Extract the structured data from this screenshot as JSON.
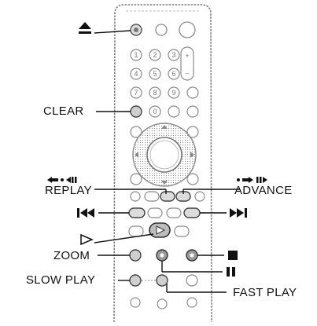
{
  "labels": {
    "clear": "CLEAR",
    "replay": "REPLAY",
    "advance": "ADVANCE",
    "zoom": "ZOOM",
    "slow_play": "SLOW PLAY",
    "fast_play": "FAST PLAY"
  },
  "keypad": [
    "1",
    "2",
    "3",
    "4",
    "5",
    "6",
    "7",
    "8",
    "9",
    "0"
  ],
  "symbols": {
    "eject": "eject-icon",
    "replay": "replay-icon",
    "advance": "advance-icon",
    "prev": "previous-track-icon",
    "next": "next-track-icon",
    "play": "play-icon",
    "stop": "stop-icon",
    "pause": "pause-icon"
  },
  "colors": {
    "line": "#111111",
    "button_outline": "#8a8a8a",
    "button_fill": "#ffffff",
    "highlight_fill": "#cfcfcf",
    "dark_fill": "#9a9a9a"
  }
}
